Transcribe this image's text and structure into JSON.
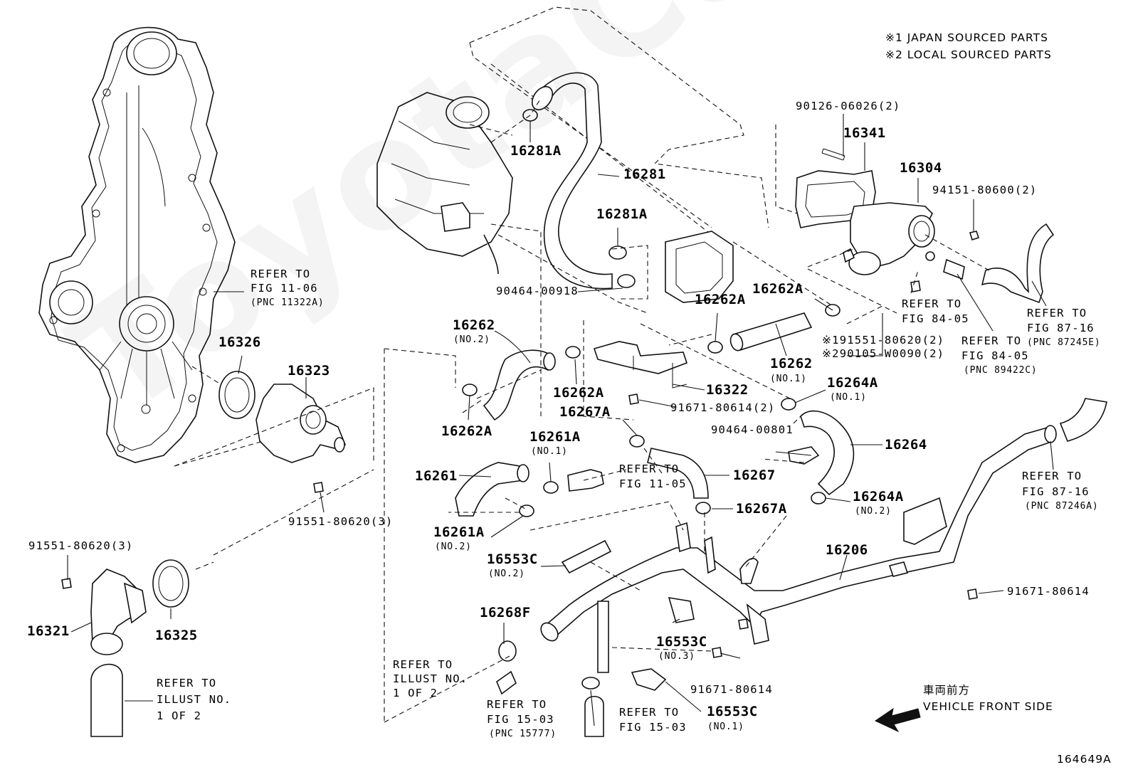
{
  "notes": {
    "japan_sourced": "※1 JAPAN SOURCED PARTS",
    "local_sourced": "※2 LOCAL SOURCED PARTS"
  },
  "watermark": "ToyotaCarWire.ru",
  "front_side": {
    "japanese": "車両前方",
    "english": "VEHICLE FRONT SIDE"
  },
  "illustration_number": "164649A",
  "parts": {
    "p16281A_top": "16281A",
    "p16281": "16281",
    "p16281A_mid": "16281A",
    "p90464_00918": "90464-00918",
    "p90126": "90126-06026(2)",
    "p16341": "16341",
    "p16304": "16304",
    "p94151": "94151-80600(2)",
    "p16262A_a": "16262A",
    "p16262A_b": "16262A",
    "p16262_no1": "16262",
    "p16262_no1_sub": "(NO.1)",
    "p16262_no2": "16262",
    "p16262_no2_sub": "(NO.2)",
    "p16262A_c": "16262A",
    "p16262A_d": "16262A",
    "p16322": "16322",
    "p91671_2": "91671-80614(2)",
    "p16264A_no1": "16264A",
    "p16264A_no1_sub": "(NO.1)",
    "p16267A_a": "16267A",
    "p16261A_no1": "16261A",
    "p16261A_no1_sub": "(NO.1)",
    "p90464_00801": "90464-00801",
    "p16264": "16264",
    "p16261": "16261",
    "p16267": "16267",
    "p16267A_b": "16267A",
    "p16264A_no2": "16264A",
    "p16264A_no2_sub": "(NO.2)",
    "p16261A_no2": "16261A",
    "p16261A_no2_sub": "(NO.2)",
    "p16553C_no2": "16553C",
    "p16553C_no2_sub": "(NO.2)",
    "p16206": "16206",
    "p91671_single_a": "91671-80614",
    "p16268F": "16268F",
    "p16553C_no3": "16553C",
    "p16553C_no3_sub": "(NO.3)",
    "p91671_single_b": "91671-80614",
    "p16553C_no1": "16553C",
    "p16553C_no1_sub": "(NO.1)",
    "p16326": "16326",
    "p16323": "16323",
    "p91551_3a": "91551-80620(3)",
    "p91551_3b": "91551-80620(3)",
    "p16321": "16321",
    "p16325": "16325",
    "p191551": "※191551-80620(2)",
    "p290105": "※290105-W0090(2)"
  },
  "refs": {
    "fig_11_06": {
      "l1": "REFER TO",
      "l2": "FIG 11-06",
      "l3": "(PNC 11322A)"
    },
    "fig_84_05_a": {
      "l1": "REFER TO",
      "l2": "FIG 84-05"
    },
    "fig_84_05_b": {
      "l1": "REFER TO",
      "l2": "FIG 84-05",
      "l3": "(PNC 89422C)"
    },
    "fig_87_16_a": {
      "l1": "REFER TO",
      "l2": "FIG 87-16",
      "l3": "(PNC 87245E)"
    },
    "fig_87_16_b": {
      "l1": "REFER TO",
      "l2": "FIG 87-16",
      "l3": "(PNC 87246A)"
    },
    "fig_11_05": {
      "l1": "REFER TO",
      "l2": "FIG 11-05"
    },
    "illust_a": {
      "l1": "REFER TO",
      "l2": "ILLUST NO.",
      "l3": "1 OF 2"
    },
    "illust_b": {
      "l1": "REFER TO",
      "l2": "ILLUST NO.",
      "l3": "1 OF 2"
    },
    "fig_15_03_a": {
      "l1": "REFER TO",
      "l2": "FIG 15-03",
      "l3": "(PNC 15777)"
    },
    "fig_15_03_b": {
      "l1": "REFER TO",
      "l2": "FIG 15-03"
    }
  }
}
